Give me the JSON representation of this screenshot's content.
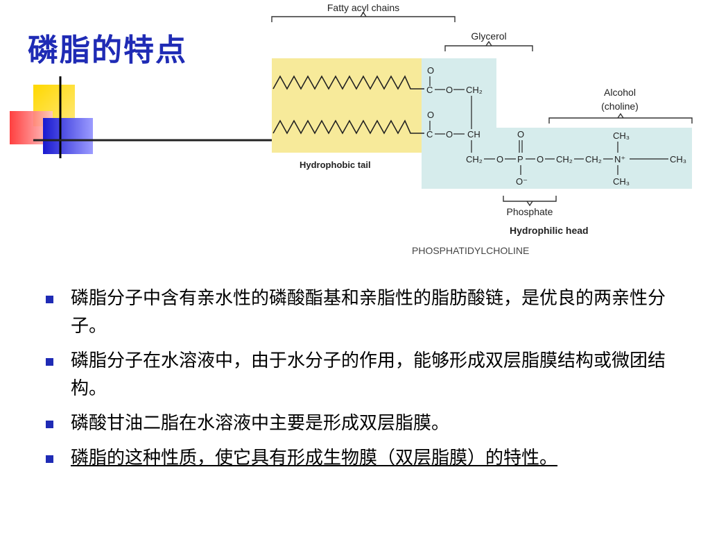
{
  "slide": {
    "title": "磷脂的特点",
    "colors": {
      "title": "#1f2bb5",
      "bullet": "#1f2bb5",
      "tail_fill": "#f7ea9a",
      "head_fill": "#d6ecec"
    }
  },
  "figure": {
    "labels": {
      "fatty_acyl_chains": "Fatty acyl chains",
      "glycerol": "Glycerol",
      "alcohol": "Alcohol",
      "choline": "(choline)",
      "hydrophobic_tail": "Hydrophobic tail",
      "phosphate": "Phosphate",
      "hydrophilic_head": "Hydrophilic head",
      "molecule_name": "PHOSPHATIDYLCHOLINE"
    },
    "atoms": {
      "o1": "O",
      "c1": "C",
      "o1b": "O",
      "ch2_top": "CH₂",
      "o2": "O",
      "c2": "C",
      "o2b": "O",
      "ch": "CH",
      "ch2_bottom": "CH₂",
      "o3": "O",
      "p": "P",
      "o4": "O",
      "o_double": "O",
      "o_minus": "O⁻",
      "ch2_a": "CH₂",
      "ch2_b": "CH₂",
      "n": "N⁺",
      "ch3_top": "CH₃",
      "ch3_right": "CH₃",
      "ch3_bottom": "CH₃"
    }
  },
  "bullets": [
    {
      "text": "磷脂分子中含有亲水性的磷酸酯基和亲脂性的脂肪酸链，是优良的两亲性分子。",
      "underline": false
    },
    {
      "text": "磷脂分子在水溶液中，由于水分子的作用，能够形成双层脂膜结构或微团结构。",
      "underline": false
    },
    {
      "text": "磷酸甘油二脂在水溶液中主要是形成双层脂膜。",
      "underline": false
    },
    {
      "text": "磷脂的这种性质，使它具有形成生物膜（双层脂膜）的特性。",
      "underline": true
    }
  ]
}
